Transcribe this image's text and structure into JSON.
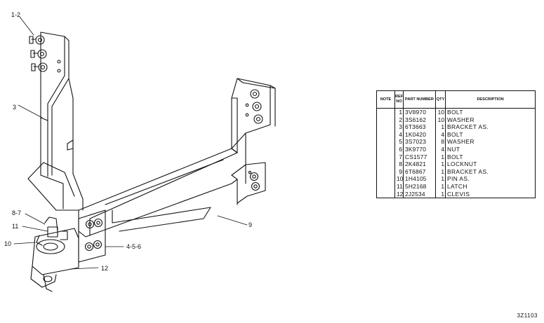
{
  "callouts": {
    "c1": "1-2",
    "c2": "3",
    "c3": "8-7",
    "c4": "11",
    "c5": "10",
    "c6": "4-5-6",
    "c7": "12",
    "c8": "9"
  },
  "table": {
    "headers": {
      "note": "NOTE",
      "ref_no": "REF NO",
      "part_number": "PART NUMBER",
      "qty": "QTY",
      "description": "DESCRIPTION"
    },
    "rows": [
      {
        "note": "",
        "ref": "1",
        "part": "3V8970",
        "qty": "10",
        "desc": "BOLT"
      },
      {
        "note": "",
        "ref": "2",
        "part": "3S6162",
        "qty": "10",
        "desc": "WASHER"
      },
      {
        "note": "",
        "ref": "3",
        "part": "6T3663",
        "qty": "1",
        "desc": "BRACKET AS."
      },
      {
        "note": "",
        "ref": "4",
        "part": "1K0420",
        "qty": "4",
        "desc": "BOLT"
      },
      {
        "note": "",
        "ref": "5",
        "part": "3S7023",
        "qty": "8",
        "desc": "WASHER"
      },
      {
        "note": "",
        "ref": "6",
        "part": "3K9770",
        "qty": "4",
        "desc": "NUT"
      },
      {
        "note": "",
        "ref": "7",
        "part": "CS1577",
        "qty": "1",
        "desc": "BOLT"
      },
      {
        "note": "",
        "ref": "8",
        "part": "2K4821",
        "qty": "1",
        "desc": "LOCKNUT"
      },
      {
        "note": "",
        "ref": "9",
        "part": "6T6867",
        "qty": "1",
        "desc": "BRACKET AS."
      },
      {
        "note": "",
        "ref": "10",
        "part": "1H4105",
        "qty": "1",
        "desc": "PIN AS."
      },
      {
        "note": "",
        "ref": "11",
        "part": "5H2168",
        "qty": "1",
        "desc": "LATCH"
      },
      {
        "note": "",
        "ref": "12",
        "part": "2J2534",
        "qty": "1",
        "desc": "CLEVIS"
      }
    ]
  },
  "drawing_number": "3Z1103"
}
